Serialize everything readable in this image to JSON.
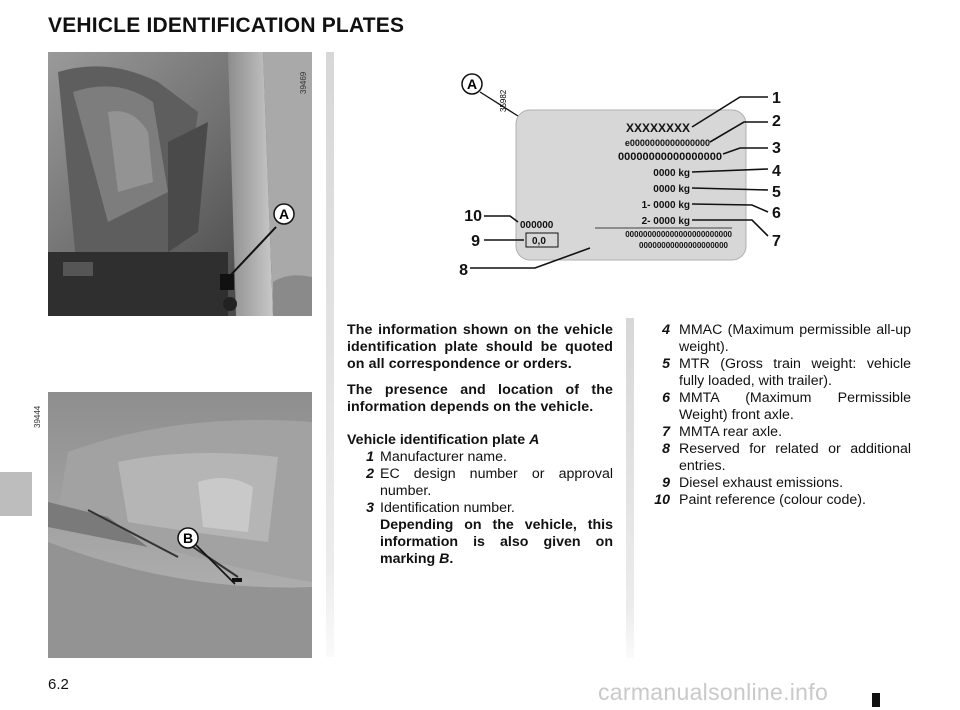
{
  "page": {
    "title": "VEHICLE IDENTIFICATION PLATES",
    "page_number": "6.2",
    "watermark": "carmanualsonline.info"
  },
  "photos": {
    "door_pillar": {
      "code": "39469",
      "marker": "A"
    },
    "windscreen": {
      "code": "39444",
      "marker": "B"
    }
  },
  "plate": {
    "code": "35982",
    "marker": "A",
    "lines": [
      "XXXXXXXX",
      "e0000000000000000",
      "00000000000000000",
      "0000 kg",
      "0000 kg",
      "1- 0000 kg",
      "2- 0000 kg",
      "000000",
      "0,0",
      "000000000000000000000000",
      "00000000000000000000"
    ],
    "callouts": [
      "1",
      "2",
      "3",
      "4",
      "5",
      "6",
      "7",
      "8",
      "9",
      "10"
    ]
  },
  "text": {
    "intro1": "The information shown on the vehicle identification plate should be quoted on all correspondence or orders.",
    "intro2": "The presence and location of the information depends on the vehicle.",
    "list_heading": "Vehicle identification plate ",
    "list_heading_letter": "A",
    "items_left": [
      {
        "num": "1",
        "text": "Manufacturer name."
      },
      {
        "num": "2",
        "text": "EC design number or approval number."
      },
      {
        "num": "3",
        "text": "Identification number."
      }
    ],
    "note": "Depending on the vehicle, this information is also given on marking ",
    "note_letter": "B",
    "note_end": ".",
    "items_right": [
      {
        "num": "4",
        "text": "MMAC (Maximum permissible all-up weight)."
      },
      {
        "num": "5",
        "text": "MTR (Gross train weight: vehicle fully loaded, with trailer)."
      },
      {
        "num": "6",
        "text": "MMTA (Maximum Permissible Weight) front axle."
      },
      {
        "num": "7",
        "text": "MMTA rear axle."
      },
      {
        "num": "8",
        "text": "Reserved for related or additional entries."
      },
      {
        "num": "9",
        "text": "Diesel exhaust emissions."
      },
      {
        "num": "10",
        "text": "Paint reference (colour code)."
      }
    ]
  }
}
